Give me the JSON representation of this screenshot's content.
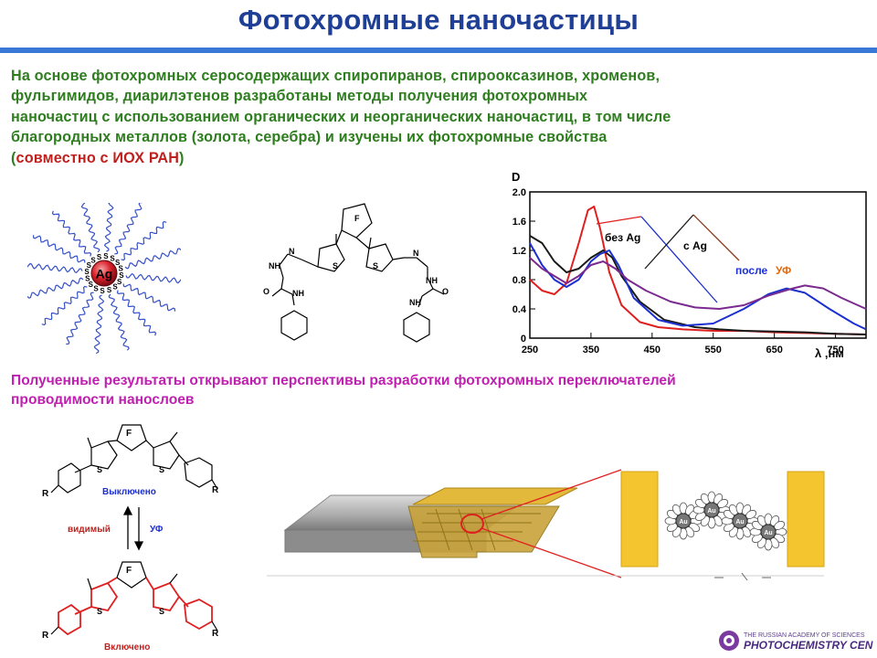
{
  "slide": {
    "title": "Фотохромные наночастицы",
    "intro_lines": [
      "На основе фотохромных серосодержащих  спиропиранов, спирооксазинов, хроменов,",
      "фульгимидов, диарилэтенов разработаны методы получения фотохромных",
      "наночастиц с использованием органических и неорганических наночастиц, в том числе",
      "благородных металлов (золота, серебра) и изучены их фотохромные свойства"
    ],
    "intro_paren_open": "(",
    "intro_highlight": "совместно с ИОХ РАН",
    "intro_paren_close": ")",
    "result_lines": [
      "Полученные результаты открывают перспективы разработки фотохромных переключателей",
      "проводимости нанослоев"
    ]
  },
  "nanoparticle": {
    "core_label": "Ag",
    "atom_label": "S"
  },
  "molecule": {
    "ring_label": "F",
    "nh": "NH",
    "o": "O",
    "n": "N",
    "s": "S"
  },
  "switch_scheme": {
    "ring_label": "F",
    "r": "R",
    "s": "S",
    "off_label": "Выключено",
    "on_label": "Включено",
    "visible_label": "видимый",
    "uv_label": "УФ"
  },
  "device": {
    "au_label": "Au"
  },
  "logo": {
    "line1": "THE RUSSIAN ACADEMY OF SCIENCES",
    "line2": "PHOTOCHEMISTRY CENTER"
  },
  "colors": {
    "title": "#1f3f96",
    "intro_text": "#2e7d1f",
    "highlight": "#c0201d",
    "result_text": "#c020b0",
    "accent_rule": "#3a78d8"
  },
  "chart_data": {
    "type": "line",
    "ylabel": "D",
    "xlabel": "λ ,нм",
    "x_ticks": [
      "250",
      "350",
      "450",
      "550",
      "650",
      "750"
    ],
    "y_ticks": [
      "0",
      "0.4",
      "0.8",
      "1.2",
      "1.6",
      "2.0"
    ],
    "xlim": [
      250,
      800
    ],
    "ylim": [
      0,
      2.0
    ],
    "annotations": [
      "без Ag",
      "с Ag",
      "после",
      "УФ"
    ],
    "series": [
      {
        "color": "#e02020",
        "x": [
          250,
          270,
          290,
          310,
          330,
          345,
          355,
          365,
          380,
          400,
          430,
          460,
          500,
          550,
          600,
          650,
          700,
          750,
          800
        ],
        "y": [
          0.8,
          0.65,
          0.6,
          0.75,
          1.3,
          1.75,
          1.8,
          1.5,
          0.9,
          0.45,
          0.22,
          0.15,
          0.12,
          0.1,
          0.1,
          0.08,
          0.07,
          0.06,
          0.05
        ]
      },
      {
        "color": "#1a1a1a",
        "x": [
          250,
          270,
          290,
          310,
          330,
          350,
          370,
          385,
          400,
          430,
          470,
          520,
          560,
          600,
          650,
          700,
          750,
          800
        ],
        "y": [
          1.4,
          1.3,
          1.05,
          0.9,
          0.95,
          1.1,
          1.2,
          1.1,
          0.85,
          0.5,
          0.25,
          0.15,
          0.12,
          0.1,
          0.09,
          0.08,
          0.06,
          0.05
        ]
      },
      {
        "color": "#1c2fd0",
        "x": [
          250,
          270,
          290,
          310,
          330,
          350,
          365,
          380,
          395,
          420,
          460,
          500,
          550,
          600,
          640,
          670,
          700,
          740,
          780,
          800
        ],
        "y": [
          1.3,
          1.0,
          0.8,
          0.7,
          0.8,
          1.05,
          1.15,
          1.2,
          1.0,
          0.55,
          0.25,
          0.17,
          0.2,
          0.4,
          0.6,
          0.68,
          0.62,
          0.4,
          0.2,
          0.12
        ]
      },
      {
        "color": "#7b2a8f",
        "x": [
          250,
          270,
          290,
          310,
          330,
          350,
          370,
          390,
          410,
          440,
          480,
          520,
          560,
          600,
          640,
          680,
          700,
          730,
          760,
          800
        ],
        "y": [
          1.1,
          0.95,
          0.85,
          0.75,
          0.85,
          1.0,
          1.05,
          0.95,
          0.8,
          0.65,
          0.5,
          0.42,
          0.4,
          0.45,
          0.58,
          0.68,
          0.72,
          0.68,
          0.55,
          0.4
        ]
      }
    ]
  }
}
